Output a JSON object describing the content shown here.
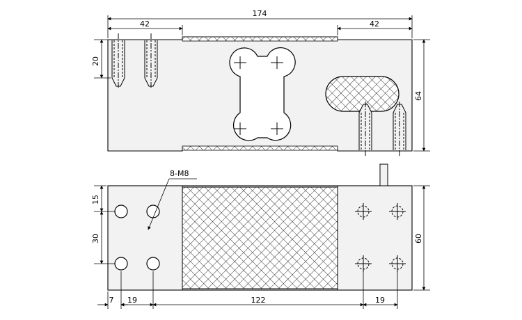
{
  "dimensions": {
    "overall_length": "174",
    "left_flat": "42",
    "right_flat": "42",
    "top_hole_spacing": "20",
    "height_side": "64",
    "hole_offset_top": "15",
    "hole_spacing_vertical": "30",
    "width_bottom": "60",
    "edge_offset": "7",
    "hole_pitch_left": "19",
    "center_span": "122",
    "hole_pitch_right": "19"
  },
  "annotations": {
    "thread_spec": "8-M8"
  }
}
